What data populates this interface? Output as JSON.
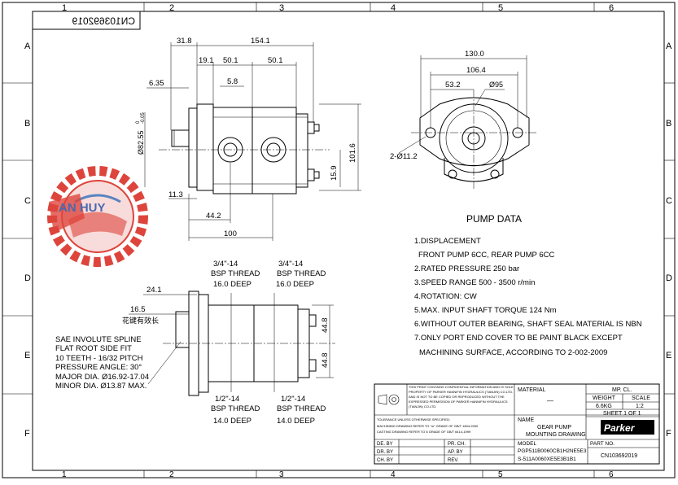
{
  "frame": {
    "columns": [
      "1",
      "2",
      "3",
      "4",
      "5",
      "6"
    ],
    "rows": [
      "A",
      "B",
      "C",
      "D",
      "E",
      "F"
    ]
  },
  "drawing_number_box": "CN103692019",
  "top_view_dims": [
    "31.8",
    "154.1",
    "19.1",
    "50.1",
    "50.1",
    "6.35",
    "5.8",
    "Ø82.55",
    "0",
    "-0.05",
    "11.3",
    "44.2",
    "100",
    "101.6",
    "15.9"
  ],
  "end_view_dims": [
    "130.0",
    "106.4",
    "53.2",
    "Ø95",
    "2-Ø11.2"
  ],
  "side_view": {
    "port_top_1": [
      "3/4\"-14",
      "BSP THREAD",
      "16.0 DEEP"
    ],
    "port_top_2": [
      "3/4\"-14",
      "BSP THREAD",
      "16.0 DEEP"
    ],
    "port_bot_1": [
      "1/2\"-14",
      "BSP THREAD",
      "14.0 DEEP"
    ],
    "port_bot_2": [
      "1/2\"-14",
      "BSP THREAD",
      "14.0 DEEP"
    ],
    "dim_24_1": "24.1",
    "dim_16_5": "16.5",
    "key_note": "花键有效长",
    "dim_44_8_a": "44.8",
    "dim_44_8_b": "44.8"
  },
  "spline_note": [
    "SAE INVOLUTE SPLINE",
    "FLAT ROOT SIDE FIT",
    "10 TEETH - 16/32 PITCH",
    "PRESSURE ANGLE: 30°",
    "MAJOR DIA. Ø16.92-17.04",
    "MINOR DIA. Ø13.87 MAX."
  ],
  "watermark_text": "AN HUY",
  "pump_data": {
    "title": "PUMP DATA",
    "lines": [
      "1.DISPLACEMENT",
      "FRONT PUMP 6CC, REAR PUMP 6CC",
      "2.RATED PRESSURE 250 bar",
      "3.SPEED RANGE 500 - 3500 r/min",
      "4.ROTATION: CW",
      "5.MAX. INPUT SHAFT TORQUE 124 Nm",
      "6.WITHOUT OUTER BEARING,  SHAFT SEAL MATERIAL IS NBN",
      "7.ONLY PORT END COVER TO BE PAINT BLACK EXCEPT",
      "MACHINING SURFACE, ACCORDING TO 2-002-2009"
    ]
  },
  "title_block": {
    "notice": [
      "THIS PRINT CONTAINS CONFIDENTIAL INFORMATION AND IS SOLE",
      "PROPERTY OF PARKER HANNIFIN HYDRAULICS (TIANJIN) CO.LTD.",
      "AND IS NOT TO BE COPIED OR REPRODUCED WITHOUT THE",
      "EXPRESSED PERMISSION OF PARKER HANNIFIN HYDRAULICS",
      "(TIANJIN) CO.LTD."
    ],
    "tolerance": [
      "TOLERANCE UNLESS OTHERWISE SPECIFIED:",
      "MACHINING DRAWING REFER TO \"m\" GRADE OF GB/T 1804-2000",
      "CASTING DRAWING REFER TO 8 GRADE OF GB/T 6414-1999"
    ],
    "material_label": "MATERIAL",
    "material_value": "—",
    "mp_cl_label": "MP. CL.",
    "weight_label": "WEIGHT",
    "scale_label": "SCALE",
    "weight_value": "6.6KG",
    "scale_value": "1:2",
    "sheet": "SHEET 1 OF 1",
    "name_label": "NAME",
    "name_value": [
      "GEAR PUMP",
      "MOUNTING DRAWING"
    ],
    "brand": "Parker",
    "de_by": "DE. BY",
    "dr_by": "DR. BY",
    "ch_by": "CH. BY",
    "pr_ch": "PR. CH.",
    "ap_by": "AP. BY",
    "rev": "REV.",
    "model_label": "MODEL",
    "model_value": [
      "PGP511B0060CB1H2NE5E3",
      "S-511A0060XE5E3B1B1"
    ],
    "part_no_label": "PART NO.",
    "part_no_value": "CN103692019"
  }
}
